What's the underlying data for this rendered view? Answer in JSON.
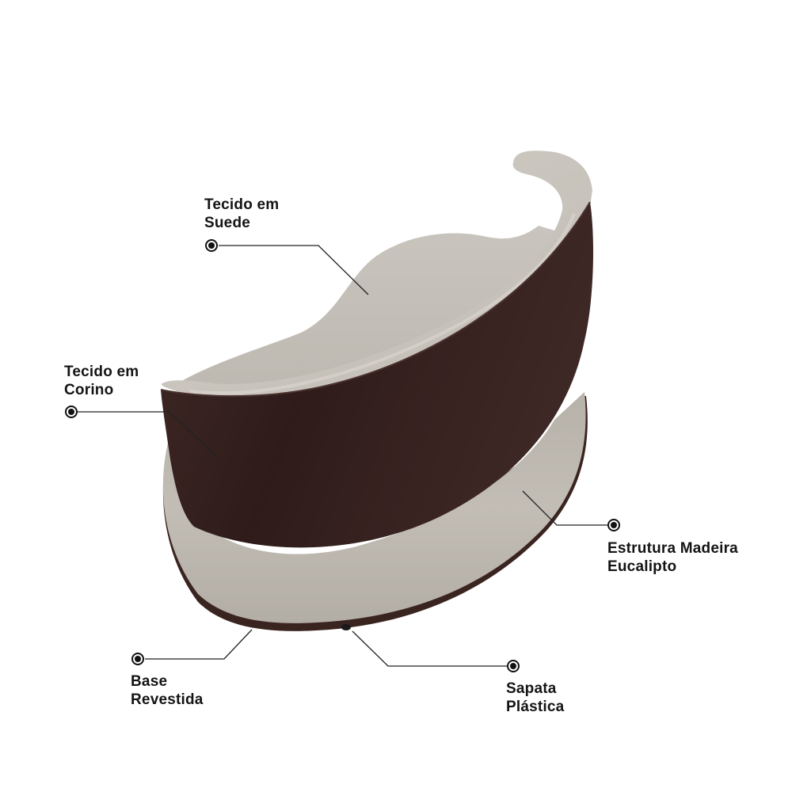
{
  "product": {
    "type": "sofa",
    "colors": {
      "suede": "#c3beb6",
      "suede_light": "#d3cfc8",
      "suede_shadow": "#aba69d",
      "corino": "#3d2724",
      "corino_dark": "#2c1b19",
      "base_trim": "#3a2420",
      "foot": "#1a1a1a",
      "callout_line": "#222222",
      "text": "#141414"
    }
  },
  "callouts": [
    {
      "id": "tecido-suede",
      "lines": [
        "Tecido em",
        "Suede"
      ]
    },
    {
      "id": "tecido-corino",
      "lines": [
        "Tecido em",
        "Corino"
      ]
    },
    {
      "id": "estrutura-madeira",
      "lines": [
        "Estrutura Madeira",
        "Eucalipto"
      ]
    },
    {
      "id": "base-revestida",
      "lines": [
        "Base",
        "Revestida"
      ]
    },
    {
      "id": "sapata-plastica",
      "lines": [
        "Sapata",
        "Plástica"
      ]
    }
  ]
}
